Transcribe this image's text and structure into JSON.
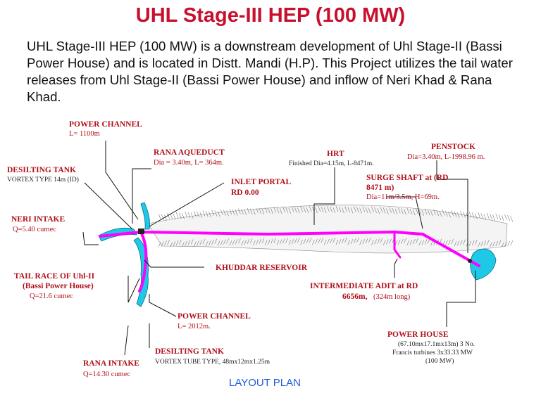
{
  "title": "UHL Stage-III HEP  (100 MW)",
  "intro": "UHL Stage-III HEP  (100 MW) is a downstream development of Uhl Stage-II (Bassi Power House) and is located in Distt. Mandi (H.P). This Project utilizes the tail water releases from Uhl Stage-II (Bassi Power House) and inflow of Neri Khad & Rana Khad.",
  "labels": {
    "power_channel_top": {
      "title": "POWER CHANNEL",
      "sub": "L= 1100m"
    },
    "rana_aqueduct": {
      "title": "RANA AQUEDUCT",
      "sub": "Dia = 3.40m, L= 364m."
    },
    "hrt": {
      "title": "HRT",
      "sub": "Finished Dia=4.15m, L-8471m."
    },
    "penstock": {
      "title": "PENSTOCK",
      "sub": "Dia=3.40m,  L-1998.96 m."
    },
    "desilting_tank_top": {
      "title": "DESILTING TANK",
      "sub": "VORTEX TYPE 14m (ID)"
    },
    "inlet_portal": {
      "title1": "INLET PORTAL",
      "title2": "RD 0.00"
    },
    "surge_shaft": {
      "title1": "SURGE SHAFT at  (RD",
      "title2": "8471 m)",
      "sub": "Dia=11m/3.5m,  H=69m."
    },
    "neri_intake": {
      "title": "NERI INTAKE",
      "sub": "Q=5.40 cumec"
    },
    "khuddar_reservoir": {
      "title": "KHUDDAR RESERVOIR"
    },
    "tail_race": {
      "title1": "TAIL RACE OF Uhl-II",
      "title2": "(Bassi Power House)",
      "sub": "Q=21.6 cumec"
    },
    "intermediate_adit": {
      "title1": "INTERMEDIATE ADIT at  RD",
      "title2": "6656m,",
      "sub": "(324m long)"
    },
    "power_channel_bottom": {
      "title": "POWER CHANNEL",
      "sub": "L= 2012m."
    },
    "power_house": {
      "title": "POWER HOUSE",
      "sub1": "(67.10mx17.1mx13m) 3 No.",
      "sub2": "Francis turbines 3x33.33 MW",
      "sub3": "(100 MW)"
    },
    "desilting_tank_bottom": {
      "title": "DESILTING TANK",
      "sub": "VORTEX TUBE TYPE, 48mx12mx1.25m"
    },
    "rana_intake": {
      "title": "RANA INTAKE",
      "sub": "Q=14.30 cumec"
    }
  },
  "caption": "LAYOUT PLAN",
  "colors": {
    "title": "#c8102e",
    "label": "#b0101a",
    "tunnel": "#ff00ff",
    "water": "#1ec9e8",
    "caption": "#1e5bd8"
  }
}
